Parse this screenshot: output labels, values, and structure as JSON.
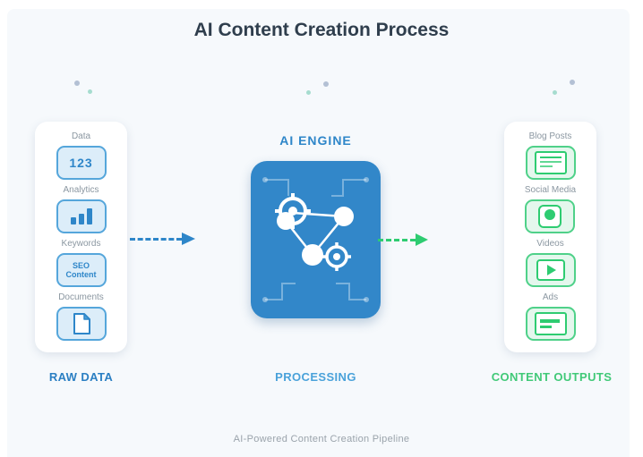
{
  "title": "AI Content Creation Process",
  "footer": "AI-Powered Content Creation Pipeline",
  "colors": {
    "blue": "#2e86c9",
    "blue_fill": "#dcedf9",
    "green": "#2ecc71",
    "green_fill": "#e4f7ed",
    "panel_bg": "#f6f9fc"
  },
  "raw_data": {
    "section_label": "RAW DATA",
    "items": [
      {
        "label": "Data",
        "icon": "numbers-123-icon",
        "icon_text": "123"
      },
      {
        "label": "Analytics",
        "icon": "bar-chart-icon"
      },
      {
        "label": "Keywords",
        "icon": "seo-content-icon",
        "icon_text": "SEO Content"
      },
      {
        "label": "Documents",
        "icon": "document-icon"
      }
    ]
  },
  "processing": {
    "section_label": "PROCESSING",
    "engine_label": "AI ENGINE"
  },
  "outputs": {
    "section_label": "CONTENT OUTPUTS",
    "items": [
      {
        "label": "Blog Posts",
        "icon": "article-icon"
      },
      {
        "label": "Social Media",
        "icon": "camera-icon"
      },
      {
        "label": "Videos",
        "icon": "play-icon"
      },
      {
        "label": "Ads",
        "icon": "banner-icon"
      }
    ]
  }
}
